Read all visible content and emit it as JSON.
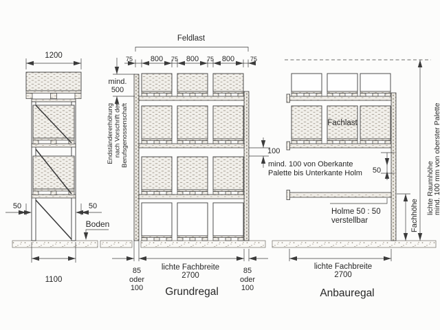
{
  "side_view": {
    "pallet_depth": "1200",
    "frame_depth": "1100",
    "overhang_left": "50",
    "overhang_right": "50",
    "floor_label": "Boden"
  },
  "grundregal": {
    "label": "Grundregal",
    "field_load_label": "Feldlast",
    "end_upright_note": [
      "Endständererhöhung",
      "nach Vorschrift der",
      "Berufsgenossenschaft"
    ],
    "end_upright_min": [
      "mind.",
      "500"
    ],
    "top_dims": [
      "75",
      "800",
      "75",
      "800",
      "75",
      "800",
      "75"
    ],
    "pallet_beam_gap": "100",
    "pallet_beam_note": [
      "mind. 100 von Oberkante",
      "Palette bis Unterkante Holm"
    ],
    "upright_width": [
      "85",
      "oder",
      "100"
    ],
    "clear_width": [
      "lichte Fachbreite",
      "2700"
    ]
  },
  "anbauregal": {
    "label": "Anbauregal",
    "bay_load_label": "Fachlast",
    "beam_step": "50",
    "beam_note": [
      "Holme 50 : 50",
      "verstellbar"
    ],
    "bay_height_label": "Fachhöhe",
    "room_height_note": [
      "lichte Raumhöhe",
      "mind. 100 mm von oberster Palette"
    ],
    "clear_width": [
      "lichte Fachbreite",
      "2700"
    ]
  }
}
